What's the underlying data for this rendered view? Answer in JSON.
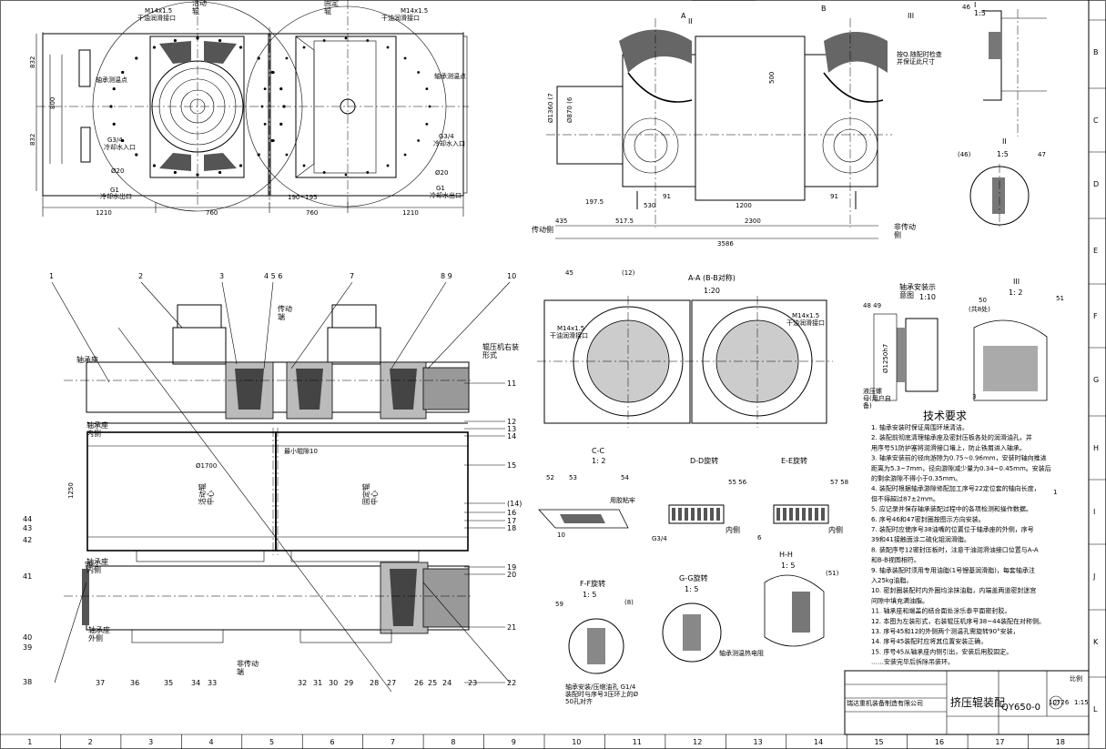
{
  "drawing": {
    "border": {
      "columns": [
        "1",
        "2",
        "3",
        "4",
        "5",
        "6",
        "7",
        "8",
        "9",
        "10",
        "11",
        "12",
        "13",
        "14",
        "15",
        "16",
        "17",
        "18"
      ],
      "rows": [
        "B",
        "C",
        "D",
        "E",
        "F",
        "G",
        "H",
        "I",
        "J",
        "K",
        "L"
      ]
    },
    "top_left_view": {
      "label_active_roll": "活动\n辊",
      "label_fixed_roll": "固定\n辊",
      "m14_1": "M14x1.5",
      "grease_1": "干油润滑接口",
      "m14_2": "M14x1.5",
      "grease_2": "干油润滑接口",
      "bearing_temp_1": "轴承测温点",
      "bearing_temp_2": "轴承测温点",
      "g34_1": "G3/4",
      "cool_in_1": "冷却水入口",
      "g34_2": "G3/4",
      "cool_in_2": "冷却水入口",
      "g1_1": "G1",
      "cool_out_1": "冷却水出口",
      "g1_2": "G1",
      "cool_out_2": "冷却水出口",
      "dims_bottom": [
        "1210",
        "760",
        "760",
        "1210"
      ],
      "dim_190": "190~195",
      "phi20_1": "Ø20",
      "phi20_2": "Ø20",
      "dims_left": [
        "832",
        "832",
        "800"
      ]
    },
    "top_right_view": {
      "sec_a": "A",
      "sec_b": "B",
      "detail_ii": "II",
      "detail_iii": "III",
      "note_fix": "按Q.随配时检查\n并保证此尺寸",
      "dims_bottom": [
        "435",
        "517.5",
        "2300",
        "3586",
        "530",
        "91",
        "1200",
        "91",
        "197.5"
      ],
      "dim_500": "500",
      "drive_side": "传动侧",
      "non_drive_side": "非传动\n侧",
      "dia_left": "Ø1360 (7",
      "dia_right": "Ø870 (6"
    },
    "detail_i": {
      "scale": "I\n1:5",
      "num_46": "46"
    },
    "detail_ii": {
      "title": "II",
      "scale": "1:5",
      "num_46": "(46)",
      "num_47": "47"
    },
    "main_section": {
      "part_numbers_top": [
        "1",
        "2",
        "3",
        "4 5 6",
        "7",
        "8 9",
        "10"
      ],
      "drive_end": "传动\n端",
      "bearing_seat": "轴承座",
      "bearing_seat_inner": "轴承座\n内侧",
      "bearing_seat_inner2": "轴承座\n内侧",
      "bearing_seat_outer": "轴承座\n外侧",
      "press_right": "辊压机右装\n形式",
      "min_gap": "最小辊隙10",
      "dia_1700": "Ø1700",
      "active_roll": "活动辊\n中心",
      "fixed_roll": "固定辊\n中心",
      "dim_1250": "1250",
      "right_numbers": [
        "11",
        "12",
        "13",
        "14",
        "15",
        "(14)",
        "16",
        "17",
        "18",
        "19",
        "20",
        "21",
        "22"
      ],
      "left_numbers": [
        "44",
        "43",
        "42",
        "41",
        "40",
        "39",
        "38"
      ],
      "bottom_numbers": [
        "37",
        "36",
        "35",
        "34",
        "33",
        "32",
        "31",
        "30",
        "29",
        "28",
        "27",
        "26",
        "25",
        "24",
        "23"
      ],
      "non_drive_end": "非传动\n端",
      "label_90": "90"
    },
    "view_aa": {
      "title": "A-A (B-B对称)",
      "scale": "1:20",
      "num_45": "45",
      "num_12": "(12)",
      "m14": "M14x1.5",
      "grease": "干油润滑接口",
      "m14_2": "M14x1.5",
      "grease_2": "干油润滑接口"
    },
    "bearing_install": {
      "title": "轴承安装示\n意图",
      "scale": "1:10",
      "nums": "48 49",
      "dim": "Ø1250h7",
      "note": "液压螺\n母(用户自\n备)"
    },
    "detail_iii": {
      "title": "III",
      "scale": "1: 2",
      "num_50": "50",
      "num_50b": "(共8处)",
      "num_51": "51",
      "dim_3": "3"
    },
    "view_cc": {
      "title": "C-C",
      "scale": "1: 2",
      "nums": [
        "52",
        "53",
        "54"
      ],
      "note": "用胶粘牢",
      "dim": "10"
    },
    "view_dd": {
      "title": "D-D旋转",
      "nums": [
        "55 56"
      ],
      "inner": "内侧",
      "g34": "G3/4"
    },
    "view_ee": {
      "title": "E-E旋转",
      "nums": [
        "57 58"
      ],
      "inner": "内侧",
      "n6": "6"
    },
    "view_hh": {
      "title": "H-H",
      "scale": "1: 5",
      "num": "(51)"
    },
    "view_ff": {
      "title": "F-F旋转",
      "scale": "1: 5",
      "num_59": "59",
      "num_8": "(8)",
      "note": "轴承安装/压缩油孔 G1/4\n装配时与序号3压环上的Ø\n50孔对齐"
    },
    "view_gg": {
      "title": "G-G旋转",
      "scale": "1: 5",
      "note": "轴承测温热电阻"
    },
    "tech_req": {
      "title": "技术要求",
      "items": [
        "1. 轴承安装时保证周围环境清洁。",
        "2. 装配前彻底清理轴承座及密封压板各处的润滑油孔，并",
        "   用序号51防护塞将润滑接口堵上，防止铁屑进入轴承。",
        "3. 轴承安装前的径向游隙为0.75~0.96mm，安装时轴向推进",
        "   距离为5.3~7mm，径向游隙减少量为0.34~0.45mm。安装后",
        "   的剩余游隙不得小于0.35mm。",
        "4. 装配时根据轴承游隙修配加工序号22定位套的轴向长度，",
        "   但不得超过87±2mm。",
        "5. 应记录并保存轴承装配过程中的各项检测和操作数据。",
        "6. 序号46和47密封圈按图示方向安装。",
        "7. 装配时应使序号38油嘴的位置位于轴承座的外侧，序号",
        "   39和41接触面涂二硫化钼润滑脂。",
        "8. 装配序号12密封压板时，注意干油润滑油接口位置与A-A",
        "   和B-B视图相符。",
        "9. 轴承装配时须用专用油脂(1号锂基润滑脂)，每套轴承注",
        "   入25kg油脂。",
        "10. 密封圈装配时内外圈均涂抹油脂，内端盖两道密封迷宫",
        "   间隙中填充满油脂。",
        "11. 轴承座和端盖的结合面处涂乐泰平面密封胶。",
        "12. 本图为左装形式，右装辊压机序号38~44装配在对称侧。",
        "13. 序号45和12的外侧两个测温孔需旋转90°安装，",
        "14. 序号45装配时应将其位置安装正确，",
        "15. 序号45从轴承座内侧引出，安装后用胶固定。",
        "   ……安装完毕后拆除吊装环。"
      ],
      "num_1": "1"
    },
    "title_block": {
      "name": "挤压辊装配",
      "drawing_no": "QY650-0",
      "scale_label": "比例",
      "scale_val": "1:15",
      "weight": "10726",
      "company": "瑞达重机装备制造有限公司"
    }
  }
}
